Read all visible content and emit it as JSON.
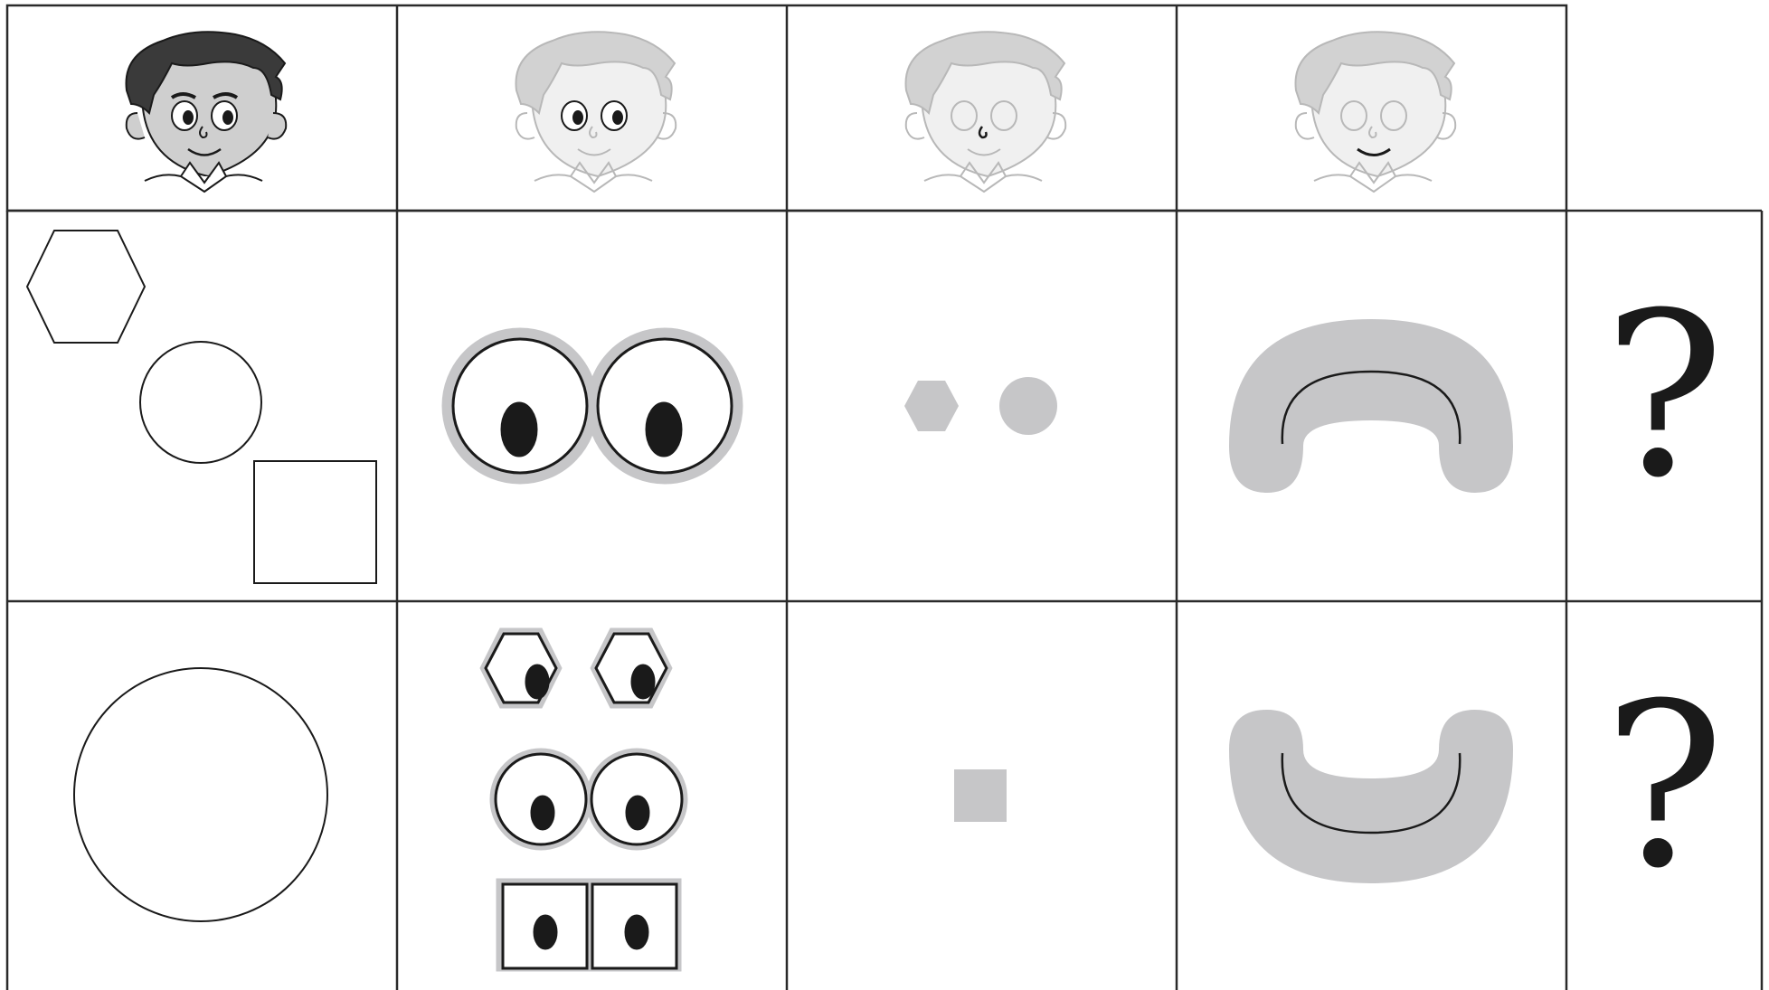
{
  "puzzle": {
    "rows": [
      {
        "row_name": "faces-row",
        "cells": [
          {
            "content": "face-full"
          },
          {
            "content": "face-eyes-highlighted"
          },
          {
            "content": "face-nose-highlighted"
          },
          {
            "content": "face-mouth-highlighted"
          }
        ]
      },
      {
        "row_name": "puzzle-row-1",
        "cells": [
          {
            "content": "shape-set",
            "shapes": [
              "hexagon",
              "circle",
              "square"
            ]
          },
          {
            "content": "eyes",
            "eye_shape": "circle"
          },
          {
            "content": "nose",
            "nose_shapes": [
              "hexagon",
              "circle"
            ]
          },
          {
            "content": "mouth",
            "mouth_shape": "frown"
          },
          {
            "content": "question",
            "text": "?"
          }
        ]
      },
      {
        "row_name": "puzzle-row-2",
        "cells": [
          {
            "content": "shape-set",
            "shapes": [
              "circle"
            ]
          },
          {
            "content": "eyes-options",
            "eye_shapes": [
              "hexagon",
              "circle",
              "square"
            ]
          },
          {
            "content": "nose",
            "nose_shapes": [
              "square"
            ]
          },
          {
            "content": "mouth",
            "mouth_shape": "smile"
          },
          {
            "content": "question",
            "text": "?"
          }
        ]
      }
    ]
  },
  "colors": {
    "grid_line": "#2a2a2a",
    "shape_fill": "#c6c6c8",
    "shape_stroke": "#1a1a1a",
    "faded_face": "#b8b8b8",
    "dark_hair": "#3a3a3a",
    "skin": "#c8c8c8"
  },
  "question_marks": {
    "row1": "?",
    "row2": "?"
  }
}
